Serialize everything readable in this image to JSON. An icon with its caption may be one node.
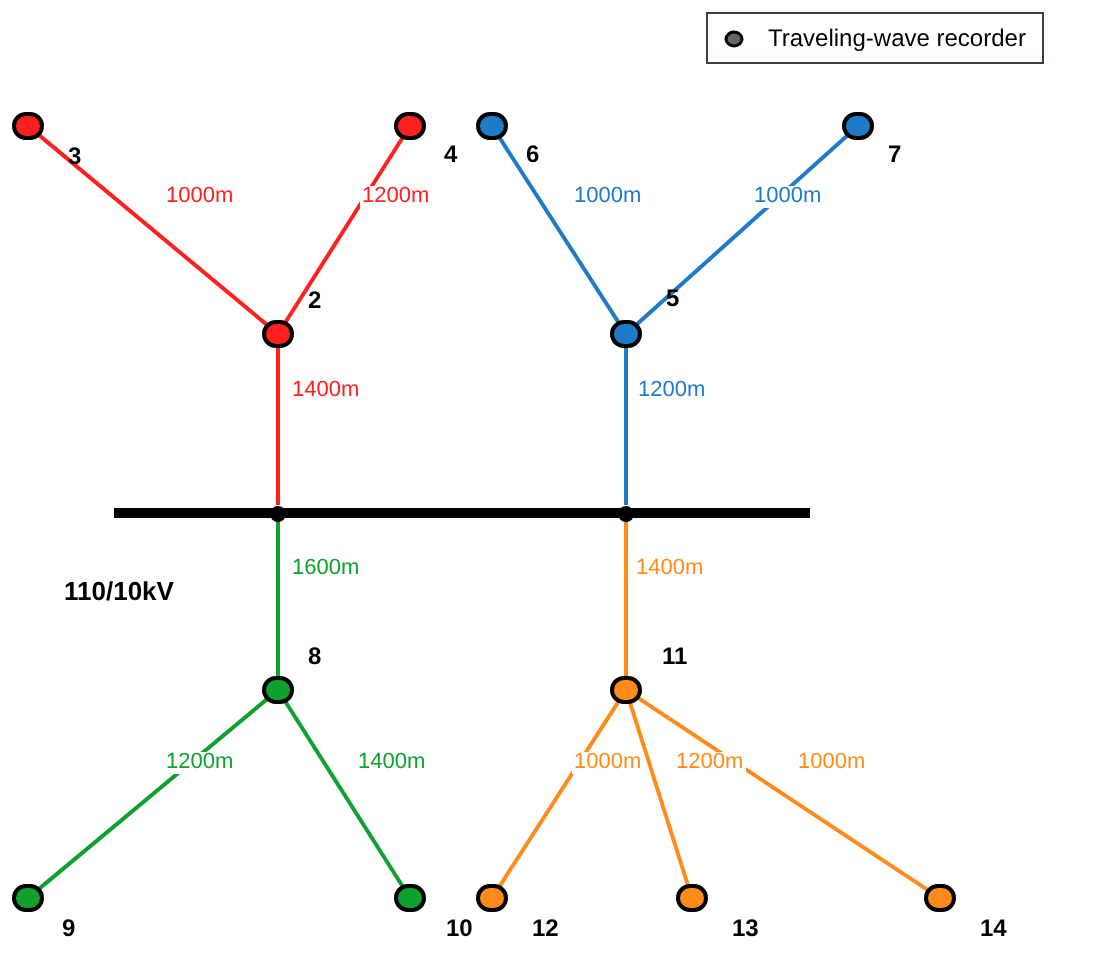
{
  "diagram": {
    "nodes": [
      {
        "text": [],
        "shape": "circle",
        "beside": [
          "3"
        ]
      },
      {
        "text": [],
        "shape": "circle",
        "beside": [
          "4"
        ]
      },
      {
        "text": [],
        "shape": "circle",
        "beside": [
          "6"
        ]
      },
      {
        "text": [],
        "shape": "circle",
        "beside": [
          "7"
        ]
      },
      {
        "text": [],
        "shape": "circle",
        "beside": [
          "2"
        ]
      },
      {
        "text": [],
        "shape": "circle",
        "beside": [
          "5"
        ]
      },
      {
        "text": [],
        "shape": "bar"
      },
      {
        "text": [],
        "shape": "circle",
        "beside": [
          "8"
        ]
      },
      {
        "text": [],
        "shape": "circle",
        "beside": [
          "11"
        ]
      },
      {
        "text": [],
        "shape": "circle",
        "beside": [
          "9"
        ]
      },
      {
        "text": [],
        "shape": "circle",
        "beside": [
          "10"
        ]
      },
      {
        "text": [],
        "shape": "circle",
        "beside": [
          "12"
        ]
      },
      {
        "text": [],
        "shape": "circle",
        "beside": [
          "13"
        ]
      },
      {
        "text": [],
        "shape": "circle",
        "beside": [
          "14"
        ]
      },
      {
        "text": [],
        "shape": "circle",
        "in": 6
      },
      {
        "text": [],
        "shape": "circle",
        "in": 6
      }
    ],
    "edges": [
      {
        "from": 0,
        "to": 4,
        "arrow": "none",
        "label": "1000m",
        "color": "#ff2020"
      },
      {
        "from": 1,
        "to": 4,
        "arrow": "none",
        "label": "1200m",
        "color": "#ff2020"
      },
      {
        "from": 4,
        "to": 14,
        "arrow": "none",
        "label": "1400m",
        "color": "#ff2020"
      },
      {
        "from": 2,
        "to": 5,
        "arrow": "none",
        "label": "1000m",
        "color": "#1f7ac8"
      },
      {
        "from": 3,
        "to": 5,
        "arrow": "none",
        "label": "1000m",
        "color": "#1f7ac8"
      },
      {
        "from": 5,
        "to": 15,
        "arrow": "none",
        "label": "1200m",
        "color": "#1f7ac8"
      },
      {
        "from": 14,
        "to": 7,
        "arrow": "none",
        "label": "1600m",
        "color": "#10a030"
      },
      {
        "from": 7,
        "to": 9,
        "arrow": "none",
        "label": "1200m",
        "color": "#10a030"
      },
      {
        "from": 7,
        "to": 10,
        "arrow": "none",
        "label": "1400m",
        "color": "#10a030"
      },
      {
        "from": 15,
        "to": 8,
        "arrow": "none",
        "label": "1400m",
        "color": "#ff8c1a"
      },
      {
        "from": 8,
        "to": 11,
        "arrow": "none",
        "label": "1000m",
        "color": "#ff8c1a"
      },
      {
        "from": 8,
        "to": 12,
        "arrow": "none",
        "label": "1200m",
        "color": "#ff8c1a"
      },
      {
        "from": 8,
        "to": 13,
        "arrow": "none",
        "label": "1000m",
        "color": "#ff8c1a"
      }
    ],
    "labels": [
      "110/10kV"
    ],
    "legend": [
      {
        "text": "Traveling-wave recorder"
      }
    ]
  }
}
